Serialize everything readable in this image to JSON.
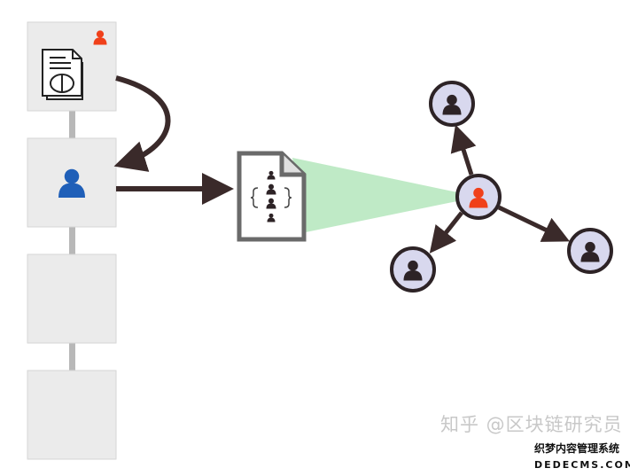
{
  "diagram": {
    "blocks": [
      "block-1",
      "block-2",
      "block-3",
      "block-4"
    ],
    "peer_nodes": 3,
    "colors": {
      "block_bg": "#ebebeb",
      "block_border": "#d6d6d6",
      "chain": "#b8b8b8",
      "arrow": "#3a2a2a",
      "red_user": "#f0401a",
      "blue_user": "#1f5fb8",
      "node_bg": "#d8d8ee",
      "node_border": "#2d2326",
      "beam": "#b4e6bc",
      "doc_border": "#6a6a6a"
    }
  },
  "watermark": {
    "zhihu": "知乎 @区块链研究员",
    "site_cn": "织梦内容管理系统",
    "site_en": "DEDECMS.COM"
  }
}
